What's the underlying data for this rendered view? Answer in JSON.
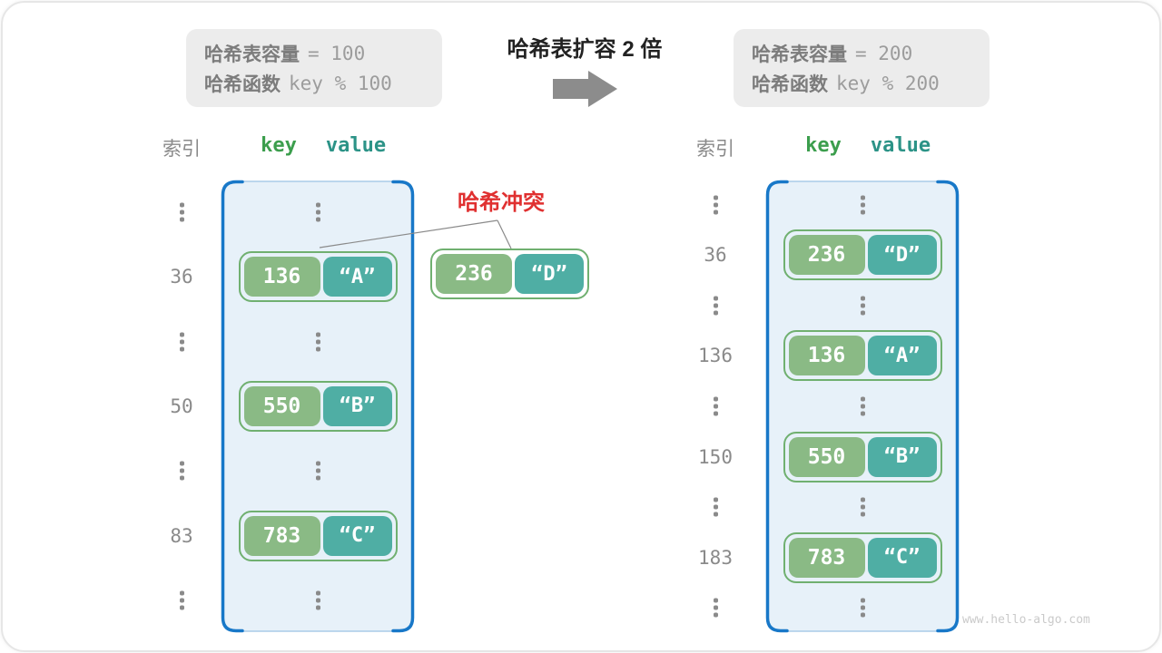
{
  "info_left": {
    "line1": {
      "label": "哈希表容量",
      "value": "= 100"
    },
    "line2": {
      "label": "哈希函数",
      "value": "key % 100"
    }
  },
  "info_right": {
    "line1": {
      "label": "哈希表容量",
      "value": "= 200"
    },
    "line2": {
      "label": "哈希函数",
      "value": "key % 200"
    }
  },
  "center": {
    "title": "哈希表扩容 2 倍"
  },
  "headers": {
    "index": "索引",
    "key": "key",
    "value": "value"
  },
  "collision": {
    "label": "哈希冲突",
    "pair": {
      "key": "236",
      "value": "“D”"
    }
  },
  "left_table": {
    "rows": [
      {
        "type": "dots"
      },
      {
        "type": "entry",
        "index": "36",
        "key": "136",
        "value": "“A”"
      },
      {
        "type": "dots"
      },
      {
        "type": "entry",
        "index": "50",
        "key": "550",
        "value": "“B”"
      },
      {
        "type": "dots"
      },
      {
        "type": "entry",
        "index": "83",
        "key": "783",
        "value": "“C”"
      },
      {
        "type": "dots"
      }
    ]
  },
  "right_table": {
    "rows": [
      {
        "type": "dots"
      },
      {
        "type": "entry",
        "index": "36",
        "key": "236",
        "value": "“D”"
      },
      {
        "type": "dots"
      },
      {
        "type": "entry",
        "index": "136",
        "key": "136",
        "value": "“A”"
      },
      {
        "type": "dots"
      },
      {
        "type": "entry",
        "index": "150",
        "key": "550",
        "value": "“B”"
      },
      {
        "type": "dots"
      },
      {
        "type": "entry",
        "index": "183",
        "key": "783",
        "value": "“C”"
      },
      {
        "type": "dots"
      }
    ]
  },
  "watermark": "www.hello-algo.com",
  "colors": {
    "key_box_green": "#8aba85",
    "value_box_teal": "#4faea4",
    "pair_border_green": "#70b070",
    "table_border_blue": "#1878c8",
    "table_fill_blue": "#e7f1f9",
    "collision_red": "#e03030",
    "gray_text": "#8a8a8a"
  }
}
